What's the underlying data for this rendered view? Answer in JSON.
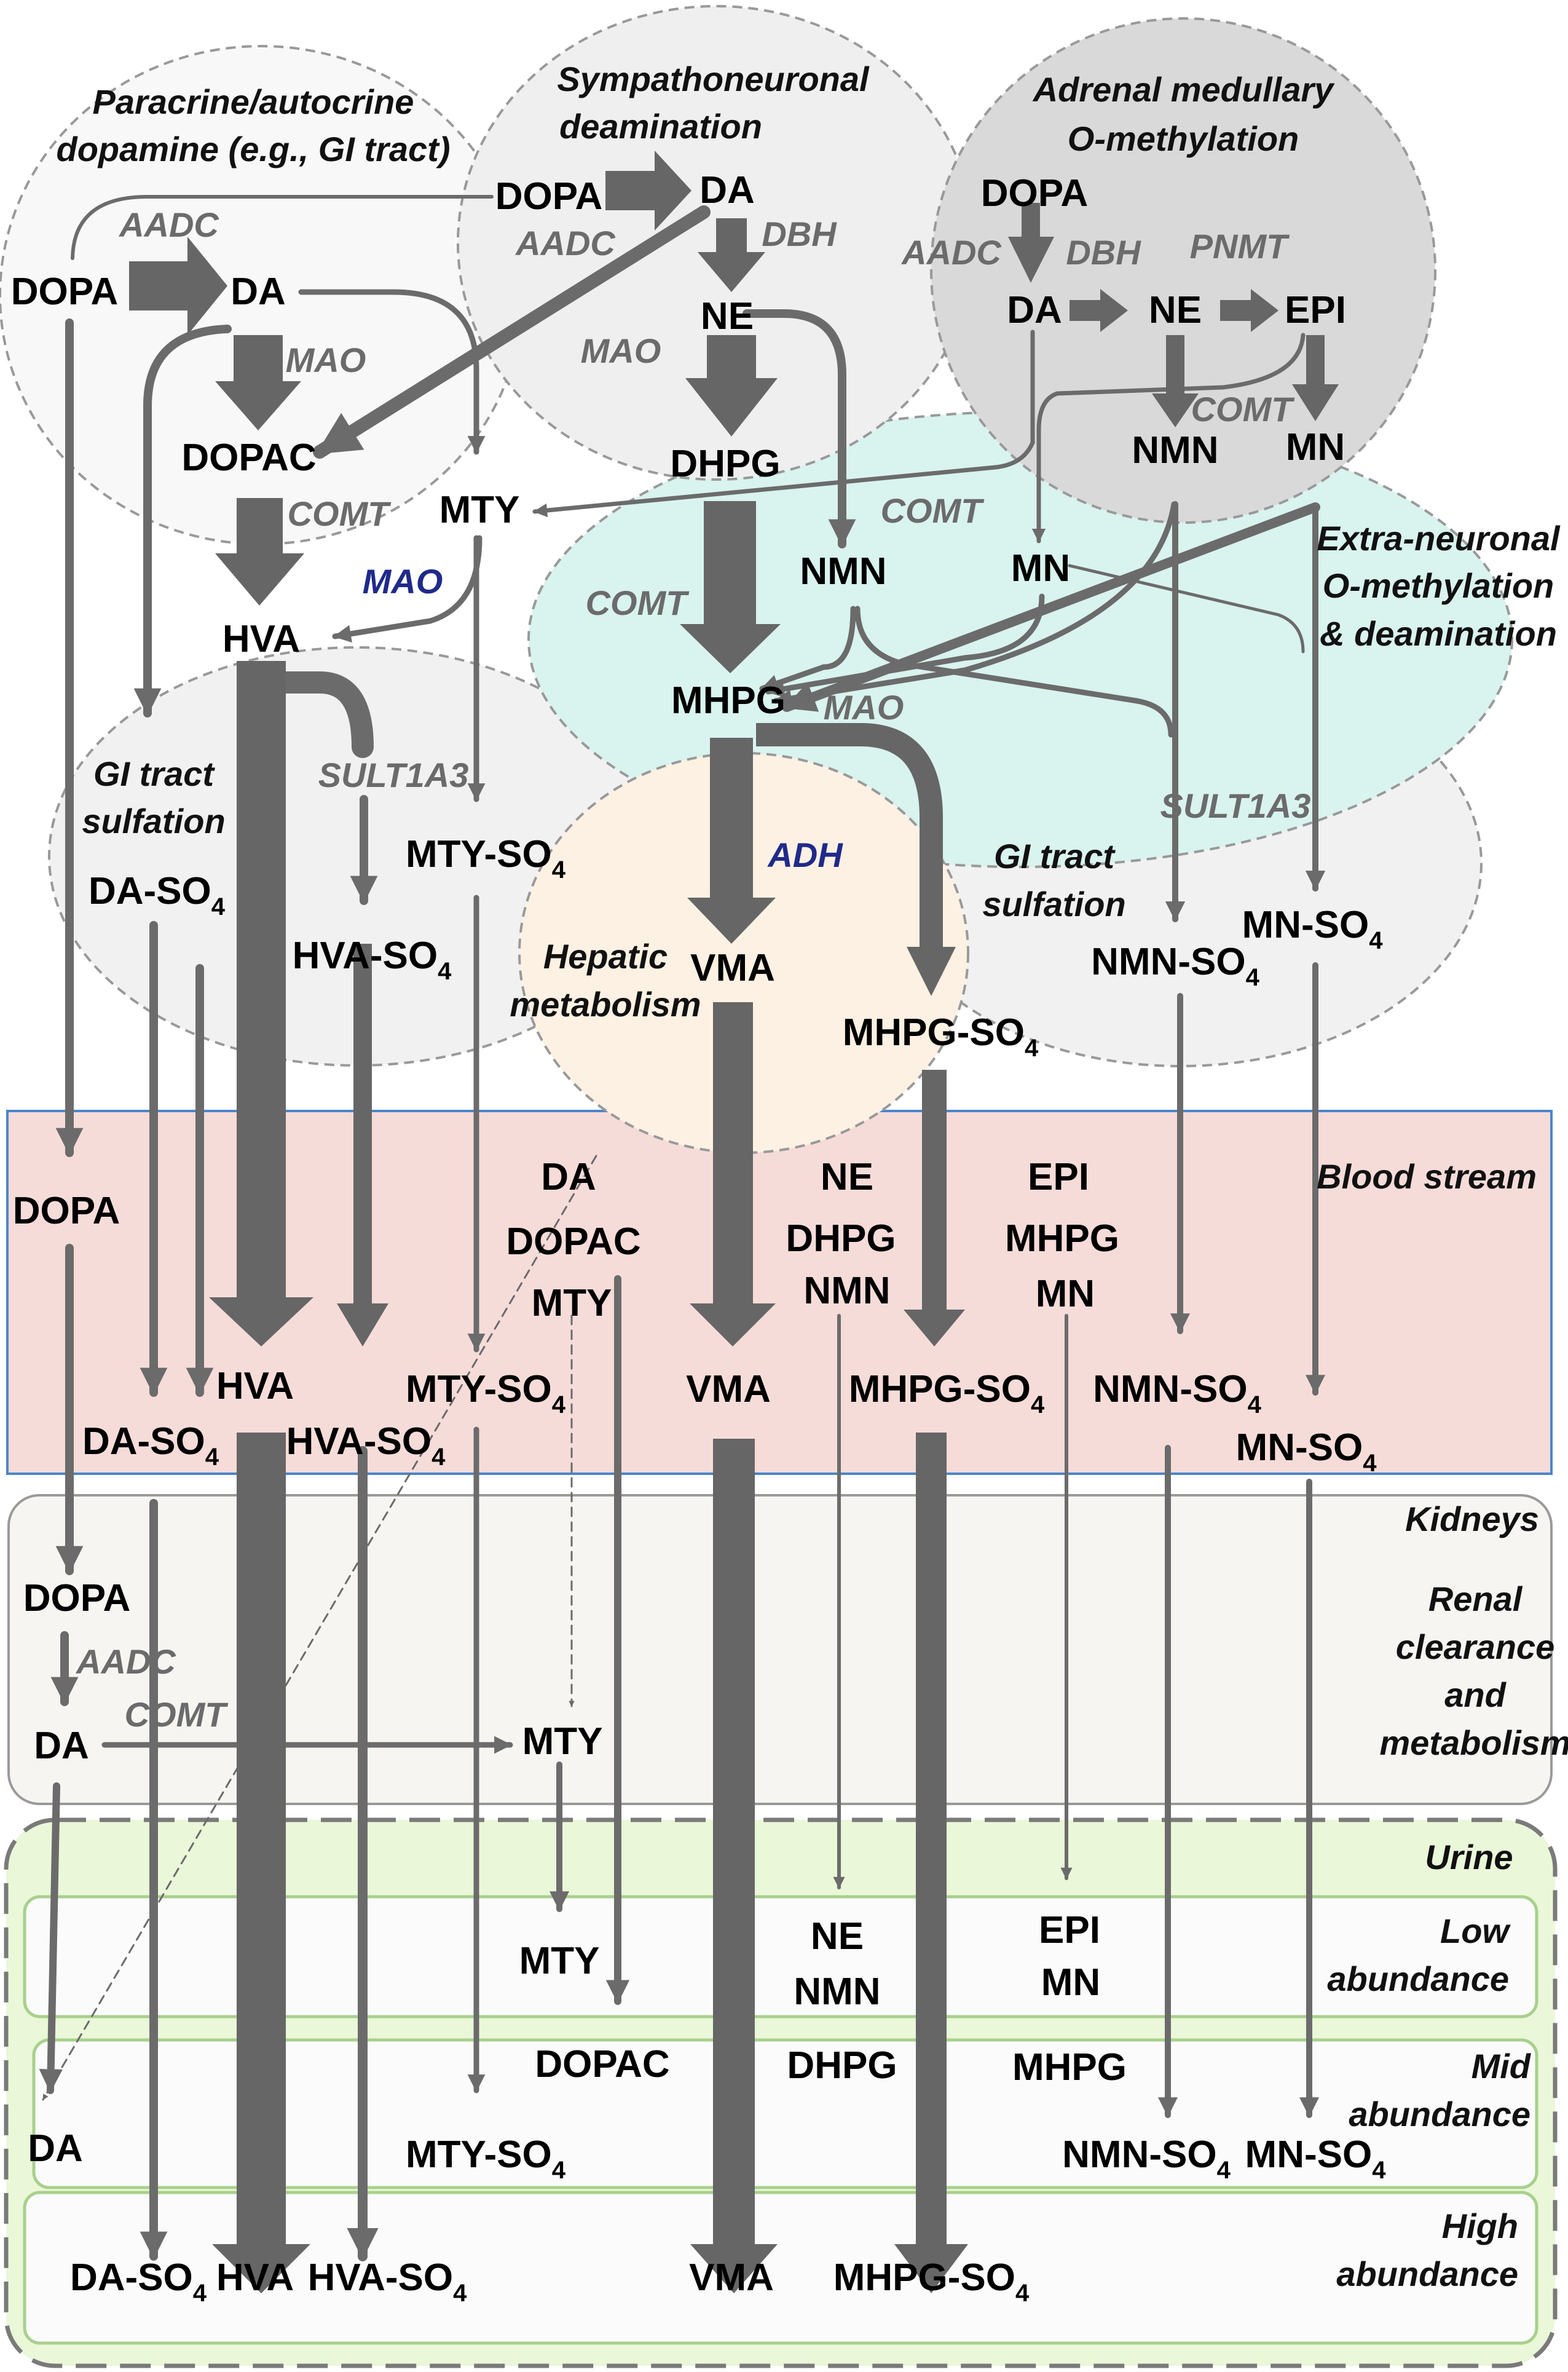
{
  "regions": {
    "paracrine_1": "Paracrine/autocrine",
    "paracrine_2": "dopamine (e.g., GI tract)",
    "symp_1": "Sympathoneuronal",
    "symp_2": "deamination",
    "adrenal_1": "Adrenal medullary",
    "adrenal_2": "O-methylation",
    "extra_1": "Extra-neuronal",
    "extra_2": "O-methylation",
    "extra_3": "& deamination",
    "gi_left_1": "GI tract",
    "gi_left_2": "sulfation",
    "gi_right_1": "GI tract",
    "gi_right_2": "sulfation",
    "hepatic_1": "Hepatic",
    "hepatic_2": "metabolism",
    "blood": "Blood stream",
    "kidneys": "Kidneys",
    "renal_1": "Renal",
    "renal_2": "clearance",
    "renal_3": "and",
    "renal_4": "metabolism",
    "urine": "Urine",
    "low_1": "Low",
    "low_2": "abundance",
    "mid_1": "Mid",
    "mid_2": "abundance",
    "high_1": "High",
    "high_2": "abundance"
  },
  "enzymes": {
    "aadc": "AADC",
    "dbh": "DBH",
    "mao": "MAO",
    "comt": "COMT",
    "pnmt": "PNMT",
    "sult": "SULT1A3",
    "adh": "ADH"
  },
  "molecules": {
    "dopa": "DOPA",
    "da": "DA",
    "ne": "NE",
    "epi": "EPI",
    "dopac": "DOPAC",
    "dhpg": "DHPG",
    "mty": "MTY",
    "hva": "HVA",
    "nmn": "NMN",
    "mn": "MN",
    "mhpg": "MHPG",
    "vma": "VMA",
    "da_so": "DA-SO",
    "mty_so": "MTY-SO",
    "hva_so": "HVA-SO",
    "mhpg_so": "MHPG-SO",
    "nmn_so": "NMN-SO",
    "mn_so": "MN-SO",
    "sub4": "4"
  },
  "colors": {
    "arrow": "#6b6b6b",
    "blood_stream": "#f6dcd9",
    "urine": "#eaf7d8",
    "extra_neuronal": "#d9f3ee",
    "hepatic": "#fdf1e3",
    "adrenal": "#d9d9d9",
    "blue_enzyme": "#1f2a8a"
  }
}
